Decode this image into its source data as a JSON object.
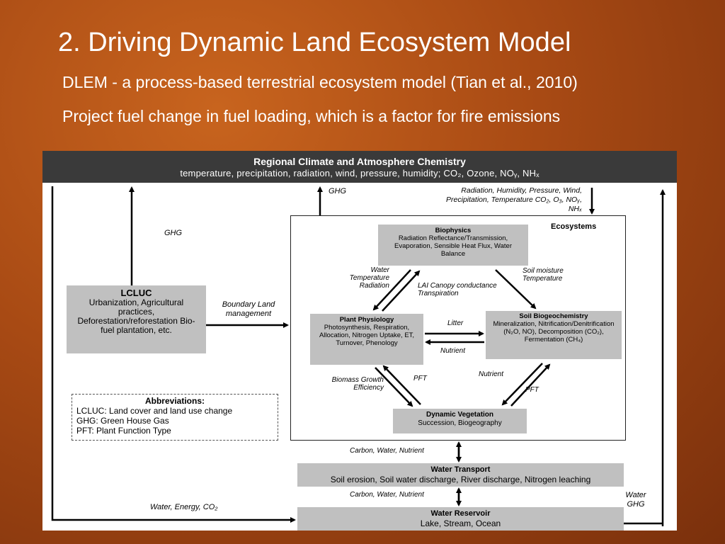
{
  "slide": {
    "title": "2. Driving Dynamic Land Ecosystem Model",
    "subtitle1": "DLEM - a process-based terrestrial ecosystem model (Tian et al., 2010)",
    "subtitle2": "Project fuel change in fuel loading, which is a factor for fire emissions"
  },
  "diagram": {
    "climate": {
      "title": "Regional Climate and Atmosphere Chemistry",
      "variables": "temperature, precipitation, radiation, wind, pressure, humidity; CO₂, Ozone, NOᵧ, NHₓ"
    },
    "lcluc": {
      "title": "LCLUC",
      "body": "Urbanization, Agricultural practices, Deforestation/reforestation Bio-fuel plantation, etc."
    },
    "ecosystems_label": "Ecosystems",
    "biophysics": {
      "title": "Biophysics",
      "body": "Radiation Reflectance/Transmission, Evaporation, Sensible Heat Flux, Water Balance"
    },
    "plant_physiology": {
      "title": "Plant Physiology",
      "body": "Photosynthesis, Respiration, Allocation, Nitrogen Uptake, ET, Turnover, Phenology"
    },
    "soil_biogeochemistry": {
      "title": "Soil Biogeochemistry",
      "body": "Mineralization, Nitrification/Denitrification (N₂O, NO), Decomposition (CO₂), Fermentation (CH₄)"
    },
    "dynamic_vegetation": {
      "title": "Dynamic Vegetation",
      "body": "Succession, Biogeography"
    },
    "water_transport": {
      "title": "Water Transport",
      "body": "Soil erosion, Soil water discharge, River discharge, Nitrogen leaching"
    },
    "water_reservoir": {
      "title": "Water Reservoir",
      "body": "Lake, Stream, Ocean"
    },
    "abbreviations": {
      "title": "Abbreviations:",
      "items": [
        "LCLUC: Land cover and land use change",
        "GHG: Green House Gas",
        "PFT: Plant Function Type"
      ]
    },
    "labels": {
      "ghg_left": "GHG",
      "ghg_top": "GHG",
      "radiation_inputs": "Radiation, Humidity, Pressure, Wind, Precipitation, Temperature CO₂, O₃, NOᵧ, NHₓ",
      "boundary": "Boundary Land management",
      "water_temp_rad": "Water Temperature Radiation",
      "lai": "LAI Canopy conductance Transpiration",
      "soil_moisture": "Soil moisture Temperature",
      "litter": "Litter",
      "nutrient_mid": "Nutrient",
      "biomass": "Biomass Growth Efficiency",
      "pft_left": "PFT",
      "nutrient_right": "Nutrient",
      "pft_right": "PFT",
      "cwn_upper": "Carbon, Water, Nutrient",
      "cwn_lower": "Carbon, Water, Nutrient",
      "water_energy": "Water, Energy, CO₂",
      "water_ghg": "Water GHG"
    }
  },
  "colors": {
    "background": "#a84a14",
    "header_bar": "#3a3a3a",
    "box_fill": "#c0c0c0"
  }
}
